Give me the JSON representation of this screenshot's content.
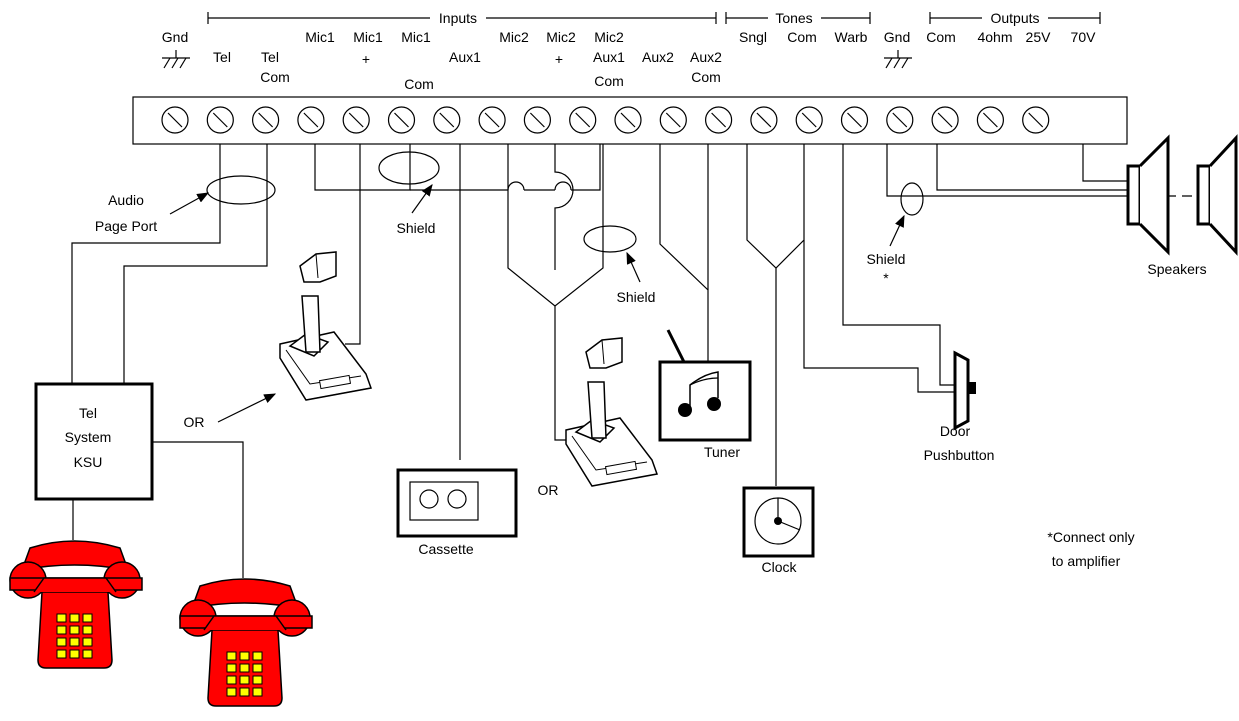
{
  "diagram": {
    "groups": {
      "inputs": "Inputs",
      "tones": "Tones",
      "outputs": "Outputs"
    },
    "terminals": [
      {
        "id": "gnd1",
        "line1": "Gnd",
        "line2": "",
        "line3": ""
      },
      {
        "id": "tel",
        "line1": "Tel",
        "line2": "",
        "line3": ""
      },
      {
        "id": "telcom",
        "line1": "Tel",
        "line2": "Com",
        "line3": ""
      },
      {
        "id": "mic1",
        "line1": "Mic1",
        "line2": "",
        "line3": ""
      },
      {
        "id": "mic1plus",
        "line1": "Mic1",
        "line2": "+",
        "line3": ""
      },
      {
        "id": "mic1com",
        "line1": "Mic1",
        "line2": "",
        "line3": "Com"
      },
      {
        "id": "aux1",
        "line1": "",
        "line2": "Aux1",
        "line3": ""
      },
      {
        "id": "mic2",
        "line1": "Mic2",
        "line2": "",
        "line3": ""
      },
      {
        "id": "mic2plus",
        "line1": "Mic2",
        "line2": "+",
        "line3": ""
      },
      {
        "id": "mic2aux1com",
        "line1": "Mic2",
        "line2": "Aux1",
        "line3": "Com"
      },
      {
        "id": "aux2",
        "line1": "Aux2",
        "line2": "",
        "line3": ""
      },
      {
        "id": "aux2com",
        "line1": "Aux2",
        "line2": "Com",
        "line3": ""
      },
      {
        "id": "sngl",
        "line1": "Sngl",
        "line2": "",
        "line3": ""
      },
      {
        "id": "tonecom",
        "line1": "Com",
        "line2": "",
        "line3": ""
      },
      {
        "id": "warb",
        "line1": "Warb",
        "line2": "",
        "line3": ""
      },
      {
        "id": "gnd2",
        "line1": "Gnd",
        "line2": "",
        "line3": ""
      },
      {
        "id": "outcom",
        "line1": "Com",
        "line2": "",
        "line3": ""
      },
      {
        "id": "out4ohm",
        "line1": "4ohm",
        "line2": "",
        "line3": ""
      },
      {
        "id": "out25v",
        "line1": "25V",
        "line2": "",
        "line3": ""
      },
      {
        "id": "out70v",
        "line1": "70V",
        "line2": "",
        "line3": ""
      }
    ],
    "labels": {
      "audio_page_port_1": "Audio",
      "audio_page_port_2": "Page Port",
      "shield": "Shield",
      "shield_star": "*",
      "speakers": "Speakers",
      "or": "OR",
      "tel_system_1": "Tel",
      "tel_system_2": "System",
      "tel_system_3": "KSU",
      "cassette": "Cassette",
      "tuner": "Tuner",
      "clock": "Clock",
      "door_1": "Door",
      "door_2": "Pushbutton",
      "note_1": "*Connect only",
      "note_2": "to amplifier"
    },
    "colors": {
      "phone_body": "#ff0000",
      "phone_keys": "#ffff00",
      "line": "#000000"
    }
  }
}
